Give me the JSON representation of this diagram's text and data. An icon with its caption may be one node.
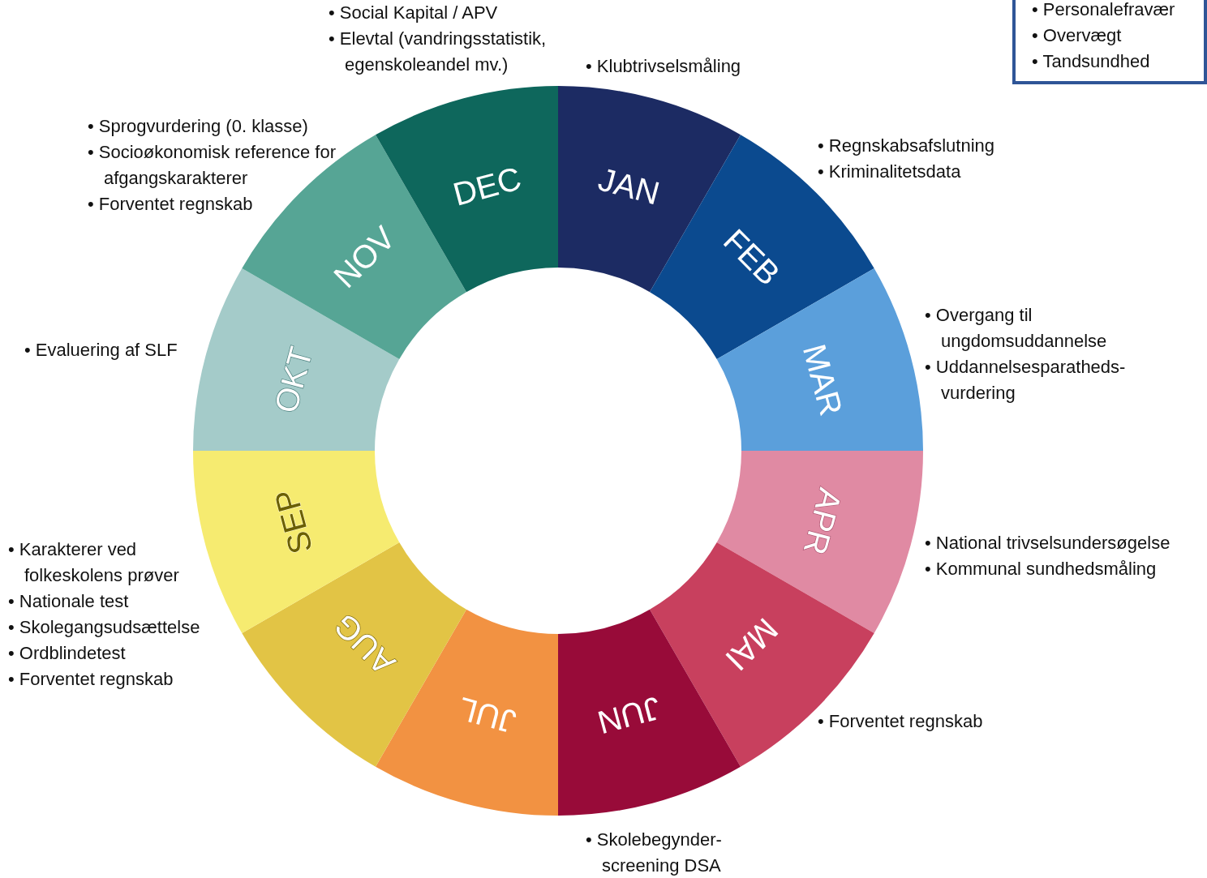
{
  "diagram": {
    "nodes": [
      {
        "text": [
          "JAN"
        ]
      },
      {
        "text": [
          "FEB"
        ]
      },
      {
        "text": [
          "MAR"
        ]
      },
      {
        "text": [
          "APR"
        ]
      },
      {
        "text": [
          "MAI"
        ]
      },
      {
        "text": [
          "JUN"
        ]
      },
      {
        "text": [
          "JUL"
        ]
      },
      {
        "text": [
          "AUG"
        ]
      },
      {
        "text": [
          "SEP"
        ]
      },
      {
        "text": [
          "OKT"
        ]
      },
      {
        "text": [
          "NOV"
        ]
      },
      {
        "text": [
          "DEC"
        ]
      },
      {
        "text": [
          "• Personalefravær",
          "• Overvægt",
          "• Tandsundhed"
        ]
      }
    ],
    "labels": [
      "• Social Kapital / APV",
      "• Elevtal (vandringsstatistik, egenskoleandel mv.)",
      "• Klubtrivselsmåling",
      "• Sprogvurdering (0. klasse)",
      "• Socioøkonomisk reference for afgangskarakterer",
      "• Forventet regnskab",
      "• Regnskabsafslutning",
      "• Kriminalitetsdata",
      "• Overgang til ungdomsuddannelse",
      "• Uddannelsesparatheds- vurdering",
      "• Evaluering af SLF",
      "• National trivselsundersøgelse",
      "• Kommunal sundhedsmåling",
      "• Karakterer ved folkeskolens prøver",
      "• Nationale test",
      "• Skolegangsudsættelse",
      "• Ordblindetest",
      "• Forventet regnskab",
      "• Forventet regnskab",
      "• Skolebegynder- screening DSA"
    ]
  }
}
